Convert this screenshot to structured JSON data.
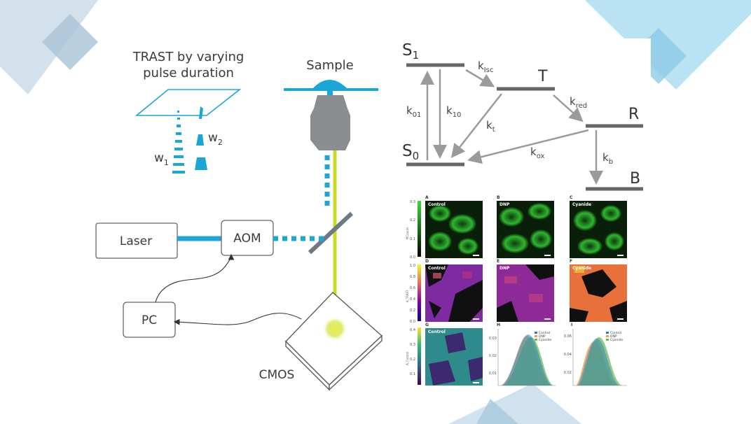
{
  "setup": {
    "trast_title_line1": "TRAST by varying",
    "trast_title_line2": "pulse duration",
    "sample_label": "Sample",
    "laser_label": "Laser",
    "aom_label": "AOM",
    "pc_label": "PC",
    "cmos_label": "CMOS",
    "w1_label": "w",
    "w1_sub": "1",
    "w2_label": "w",
    "w2_sub": "2"
  },
  "energy_diagram": {
    "s1_main": "S",
    "s1_sub": "1",
    "s0_main": "S",
    "s0_sub": "0",
    "t_label": "T",
    "r_label": "R",
    "b_label": "B",
    "k01_main": "k",
    "k01_sub": "01",
    "k10_main": "k",
    "k10_sub": "10",
    "kisc_main": "k",
    "kisc_sub": "Isc",
    "kt_main": "k",
    "kt_sub": "t",
    "kred_main": "k",
    "kred_sub": "red",
    "kox_main": "k",
    "kox_sub": "ox",
    "kb_main": "k",
    "kb_sub": "b"
  },
  "panels": {
    "a_letter": "A",
    "a_title": "Control",
    "b_letter": "B",
    "b_title": "DNP",
    "c_letter": "C",
    "c_title": "Cyanide",
    "d_letter": "D",
    "d_title": "Control",
    "e_letter": "E",
    "e_title": "DNP",
    "f_letter": "F",
    "f_title": "Cyanide",
    "g_letter": "G",
    "g_title": "Control",
    "h_letter": "H",
    "i_letter": "I",
    "cb1_ticks": [
      "0.3",
      "0.2",
      "0.1",
      "0.0"
    ],
    "cb1_label": "MCounts",
    "cb2_ticks": [
      "1.0",
      "0.8",
      "0.6",
      "0.4",
      "0.2",
      "0.0"
    ],
    "cb2_label": "A_TRAST",
    "cb3_ticks": [
      "0.4",
      "0.3",
      "0.2",
      "0.1"
    ],
    "cb3_label": "A_Control",
    "h_yticks": [
      "0.03",
      "0.02",
      "0.01"
    ],
    "i_yticks": [
      "0.06",
      "0.04",
      "0.02"
    ],
    "legend": [
      "Control",
      "DNP",
      "Cyanide"
    ]
  },
  "colors": {
    "cyan": "#1aa7d8",
    "laser_green": "#c6dc26",
    "control_blue": "#2a7fbf",
    "dnp_orange": "#f2a04a",
    "cyanide_green": "#6dbb5a",
    "decor_blue": "#9fc6dc"
  }
}
